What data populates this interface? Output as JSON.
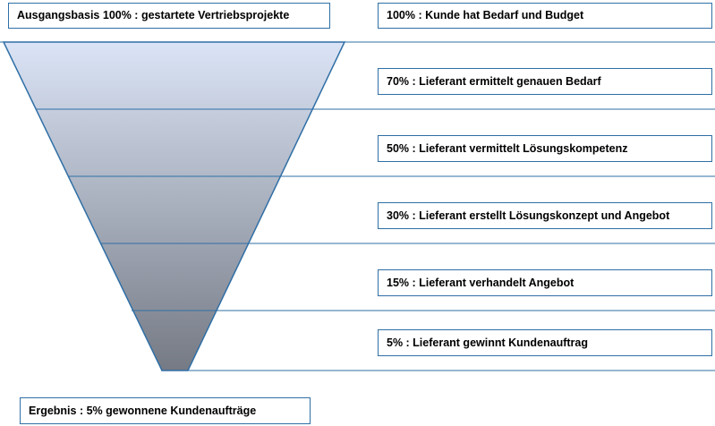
{
  "top_label": "Ausgangsbasis 100% : gestartete Vertriebsprojekte",
  "bottom_label": "Ergebnis : 5% gewonnene Kundenaufträge",
  "stages": [
    {
      "percent": 100,
      "label": "100% : Kunde hat Bedarf und Budget"
    },
    {
      "percent": 70,
      "label": "70% : Lieferant ermittelt genauen Bedarf"
    },
    {
      "percent": 50,
      "label": "50% : Lieferant vermittelt Lösungskompetenz"
    },
    {
      "percent": 30,
      "label": "30% : Lieferant erstellt Lösungskonzept und Angebot"
    },
    {
      "percent": 15,
      "label": "15% : Lieferant verhandelt Angebot"
    },
    {
      "percent": 5,
      "label": "5% : Lieferant gewinnt Kundenauftrag"
    }
  ],
  "colors": {
    "box_border": "#2f6fa6",
    "line": "#2f6fa6",
    "funnel_top": "#dbe4f6",
    "funnel_bottom": "#757a84",
    "funnel_outline": "#2f6fa6"
  }
}
